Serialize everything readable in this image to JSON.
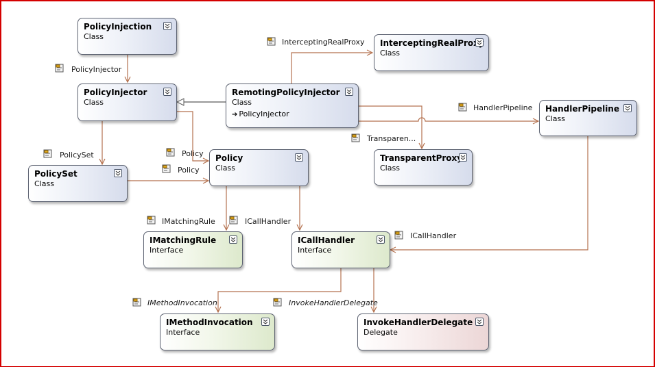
{
  "shapes": {
    "policy_injection": {
      "name": "PolicyInjection",
      "kind": "Class"
    },
    "policy_injector": {
      "name": "PolicyInjector",
      "kind": "Class"
    },
    "remoting_policy_injector": {
      "name": "RemotingPolicyInjector",
      "kind": "Class",
      "member": "PolicyInjector"
    },
    "intercepting_real_proxy": {
      "name": "InterceptingRealProxy",
      "kind": "Class"
    },
    "handler_pipeline": {
      "name": "HandlerPipeline",
      "kind": "Class"
    },
    "transparent_proxy": {
      "name": "TransparentProxy",
      "kind": "Class"
    },
    "policy_set": {
      "name": "PolicySet",
      "kind": "Class"
    },
    "policy": {
      "name": "Policy",
      "kind": "Class"
    },
    "imatching_rule": {
      "name": "IMatchingRule",
      "kind": "Interface"
    },
    "icall_handler": {
      "name": "ICallHandler",
      "kind": "Interface"
    },
    "imethod_invocation": {
      "name": "IMethodInvocation",
      "kind": "Interface"
    },
    "invoke_handler_delegate": {
      "name": "InvokeHandlerDelegate",
      "kind": "Delegate"
    }
  },
  "associations": {
    "policy_injector": "PolicyInjector",
    "intercepting_real_proxy": "InterceptingRealProxy",
    "handler_pipeline": "HandlerPipeline",
    "transparent_proxy": "Transparen...",
    "policy_set": "PolicySet",
    "policy_upper": "Policy",
    "policy_lower": "Policy",
    "imatching_rule": "IMatchingRule",
    "icall_handler_from_policy": "ICallHandler",
    "icall_handler_from_pipeline": "ICallHandler",
    "imethod_invocation": "IMethodInvocation",
    "invoke_handler_delegate": "InvokeHandlerDelegate"
  },
  "colors": {
    "association_line": "#b5724f",
    "inheritance_line": "#5a5a5a",
    "frame": "#d40000"
  },
  "icons": {
    "expander": "double-chevron-down-icon",
    "association": "property-icon",
    "inheritance_member": "inheritance-arrow-icon"
  }
}
